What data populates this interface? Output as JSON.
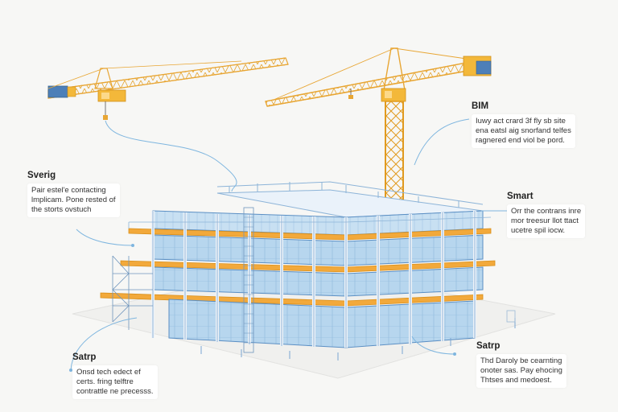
{
  "colors": {
    "steel": "#5b8fc4",
    "glass": "#a9cdea",
    "slab": "#f2a93b",
    "crane": "#f3b83a",
    "connector": "#7fb6df",
    "background": "#f7f7f5"
  },
  "callouts": {
    "bim": {
      "title": "BIM",
      "lines": [
        "Iuwy act crard 3f fly sb site",
        "ena eatsl aig snorfand telfes",
        "ragnered end viol be pord."
      ]
    },
    "sverig": {
      "title": "Sverig",
      "lines": [
        "Pair estel'e contacting",
        "lmplicam. Pone rested of",
        "the storts ovstuch"
      ]
    },
    "smart": {
      "title": "Smart",
      "lines": [
        "Orr the contrans inre",
        "mor treesur llot ttact",
        "ucetre spil iocw."
      ]
    },
    "satrp_left": {
      "title": "Satrp",
      "lines": [
        "Onsd tech edect ef",
        "certs. fring telftre",
        "contrattle ne precesss."
      ]
    },
    "satrp_right": {
      "title": "Satrp",
      "lines": [
        "Thd Daroly be cearnting",
        "onoter sas. Pay ehocing",
        "Thtses and medoest."
      ]
    }
  }
}
